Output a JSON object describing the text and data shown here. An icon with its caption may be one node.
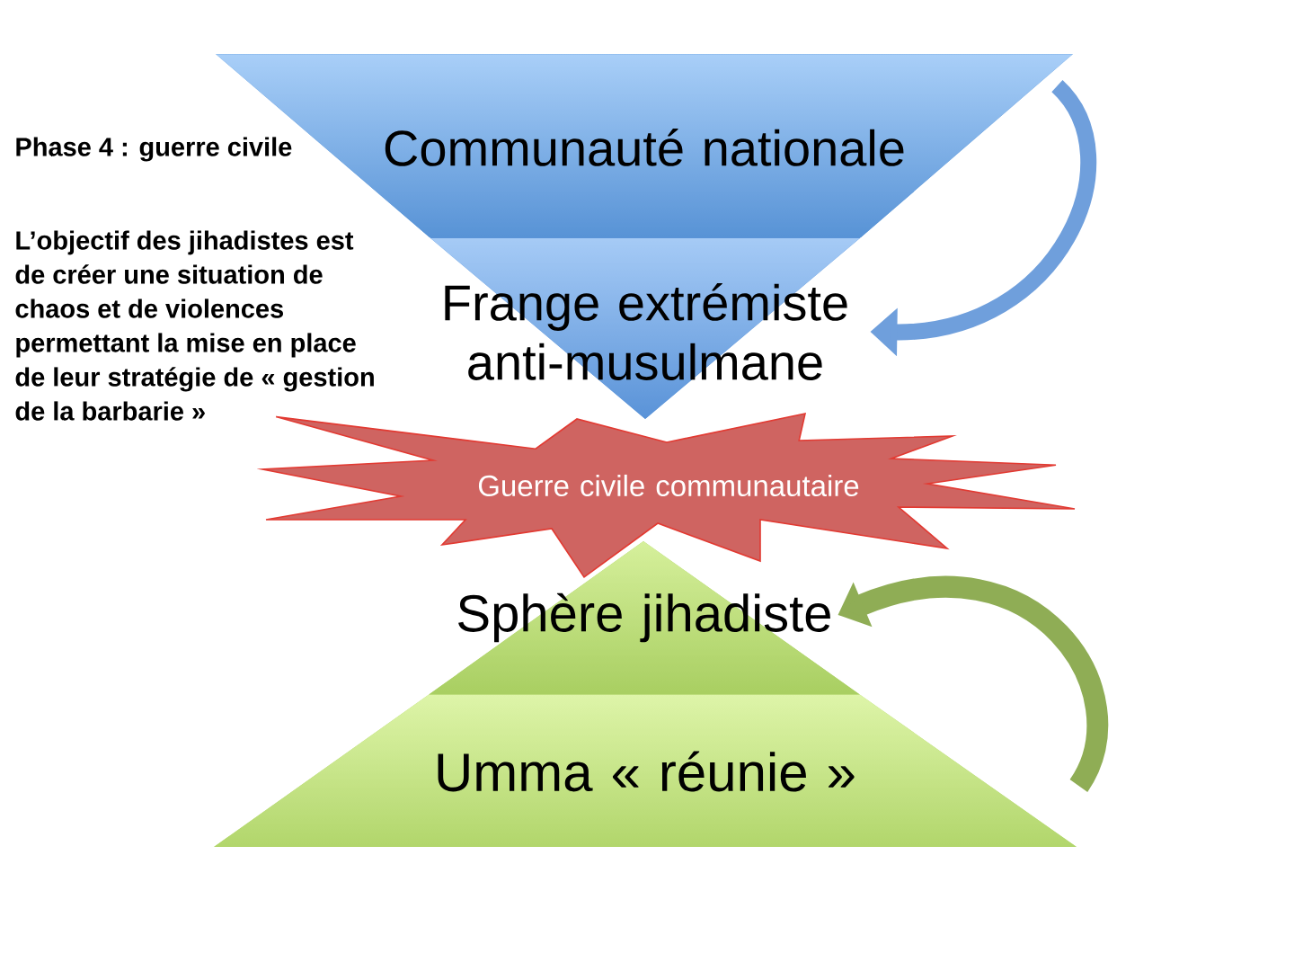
{
  "diagram": {
    "nodes": [
      {
        "text": [
          "Communauté nationale"
        ]
      },
      {
        "text": [
          "Frange extrémiste anti-musulmane"
        ]
      },
      {
        "text": [
          "Guerre civile communautaire"
        ]
      },
      {
        "text": [
          "Sphère jihadiste"
        ]
      },
      {
        "text": [
          "Umma « réunie »"
        ]
      }
    ],
    "edges": [
      {
        "from": 0,
        "to": 1,
        "arrow": "to",
        "color": "#6f9fdc"
      },
      {
        "from": 4,
        "to": 3,
        "arrow": "to",
        "color": "#8fad55"
      }
    ],
    "labels": [
      "Phase 4 : guerre civile",
      "L’objectif des jihadistes est de créer une situation de chaos et de violences permettant la mise en place de leur stratégie de « gestion de la barbarie »"
    ]
  }
}
